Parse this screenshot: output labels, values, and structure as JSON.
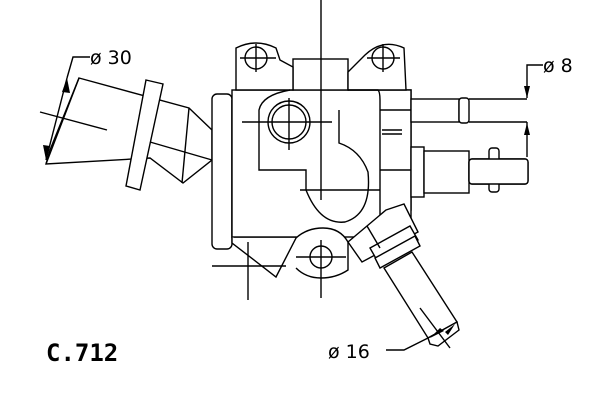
{
  "drawing": {
    "part_code": "C.712",
    "dimensions": [
      {
        "id": "inlet",
        "label": "ø 30"
      },
      {
        "id": "small-port",
        "label": "ø 8"
      },
      {
        "id": "angled-port",
        "label": "ø 16"
      }
    ]
  }
}
